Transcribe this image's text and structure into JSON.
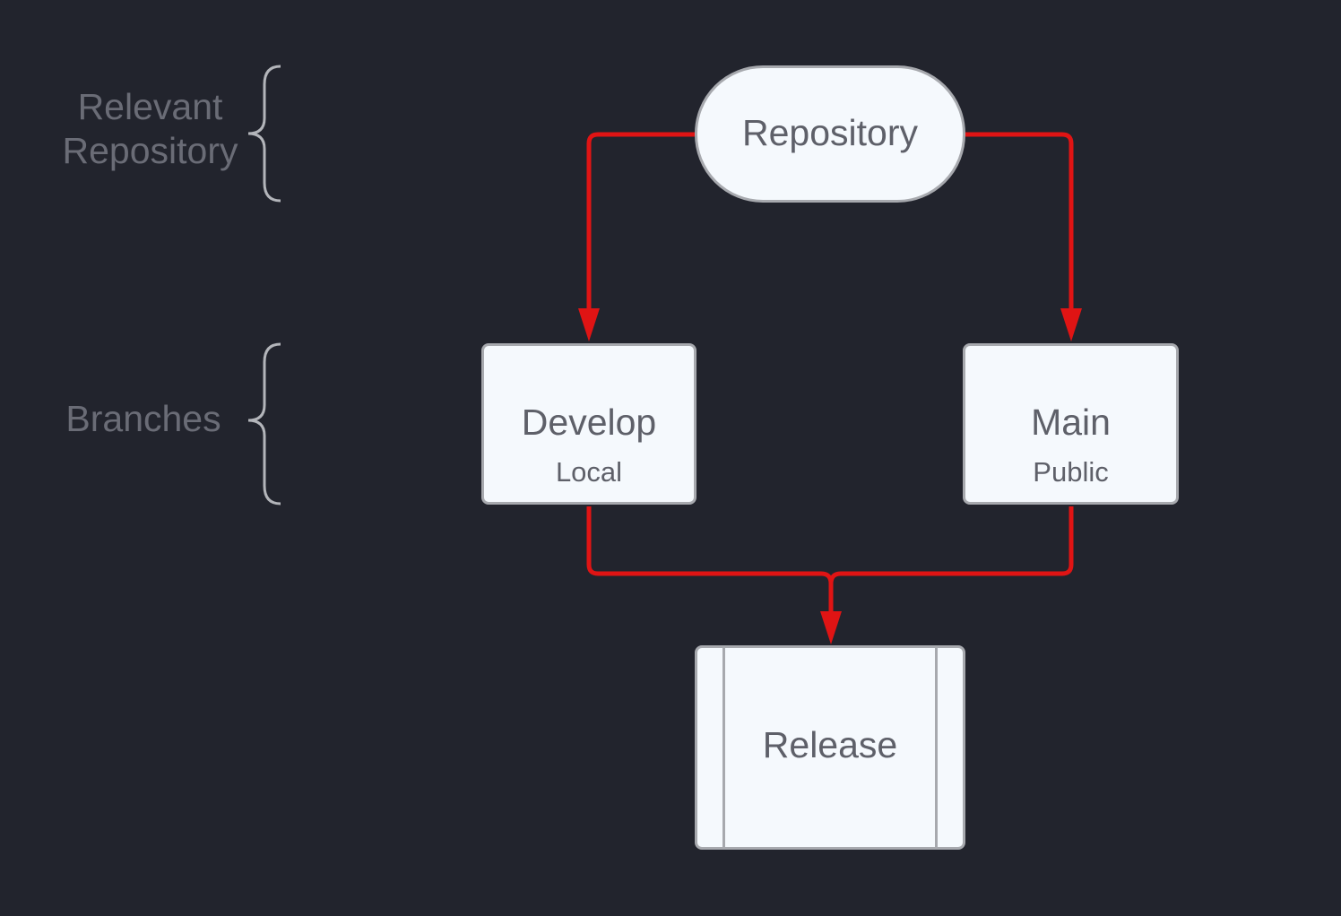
{
  "annotations": {
    "relevant_repository": [
      "Relevant",
      "Repository"
    ],
    "branches": "Branches"
  },
  "nodes": {
    "repository": {
      "title": "Repository"
    },
    "develop": {
      "title": "Develop",
      "subtitle": "Local"
    },
    "main": {
      "title": "Main",
      "subtitle": "Public"
    },
    "release": {
      "title": "Release"
    }
  },
  "edges": [
    {
      "from": "Repository",
      "to": "Develop"
    },
    {
      "from": "Repository",
      "to": "Main"
    },
    {
      "from": "Develop",
      "to": "Release"
    },
    {
      "from": "Main",
      "to": "Release"
    }
  ],
  "colors": {
    "background": "#22242d",
    "node_fill": "#f5f9fd",
    "node_border": "#a7a9ae",
    "node_text": "#5e6069",
    "annotation_text": "#6a6c76",
    "brace": "#b3b5ba",
    "connector": "#e01414"
  }
}
